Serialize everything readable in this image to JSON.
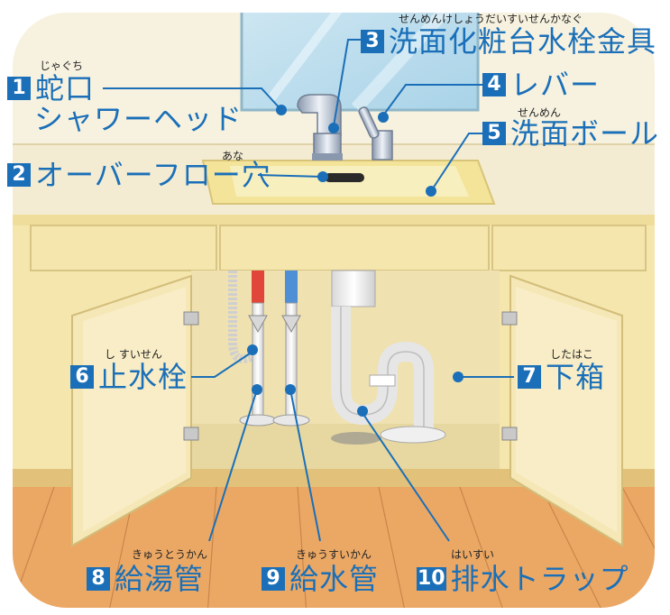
{
  "labels": [
    {
      "num": "1",
      "ruby": "じゃぐち",
      "text": "蛇口",
      "subtext": "シャワーヘッド"
    },
    {
      "num": "2",
      "ruby": "あな",
      "text": "オーバーフロー穴"
    },
    {
      "num": "3",
      "ruby": "せんめんけしょうだいすいせんかなぐ",
      "text": "洗面化粧台水栓金具"
    },
    {
      "num": "4",
      "ruby": "",
      "text": "レバー"
    },
    {
      "num": "5",
      "ruby": "せんめん",
      "text": "洗面ボール"
    },
    {
      "num": "6",
      "ruby": "し すいせん",
      "text": "止水栓"
    },
    {
      "num": "7",
      "ruby": "したはこ",
      "text": "下箱"
    },
    {
      "num": "8",
      "ruby": "きゅうとうかん",
      "text": "給湯管"
    },
    {
      "num": "9",
      "ruby": "きゅうすいかん",
      "text": "給水管"
    },
    {
      "num": "10",
      "ruby": "はいすい",
      "text": "排水トラップ"
    }
  ],
  "colors": {
    "label_blue": "#1a6fb8",
    "wall": "#f6f0dc",
    "cabinet": "#f3e2a6",
    "floor": "#e9a25c",
    "hot_pipe": "#e0473a",
    "cold_pipe": "#4f8fd6"
  }
}
